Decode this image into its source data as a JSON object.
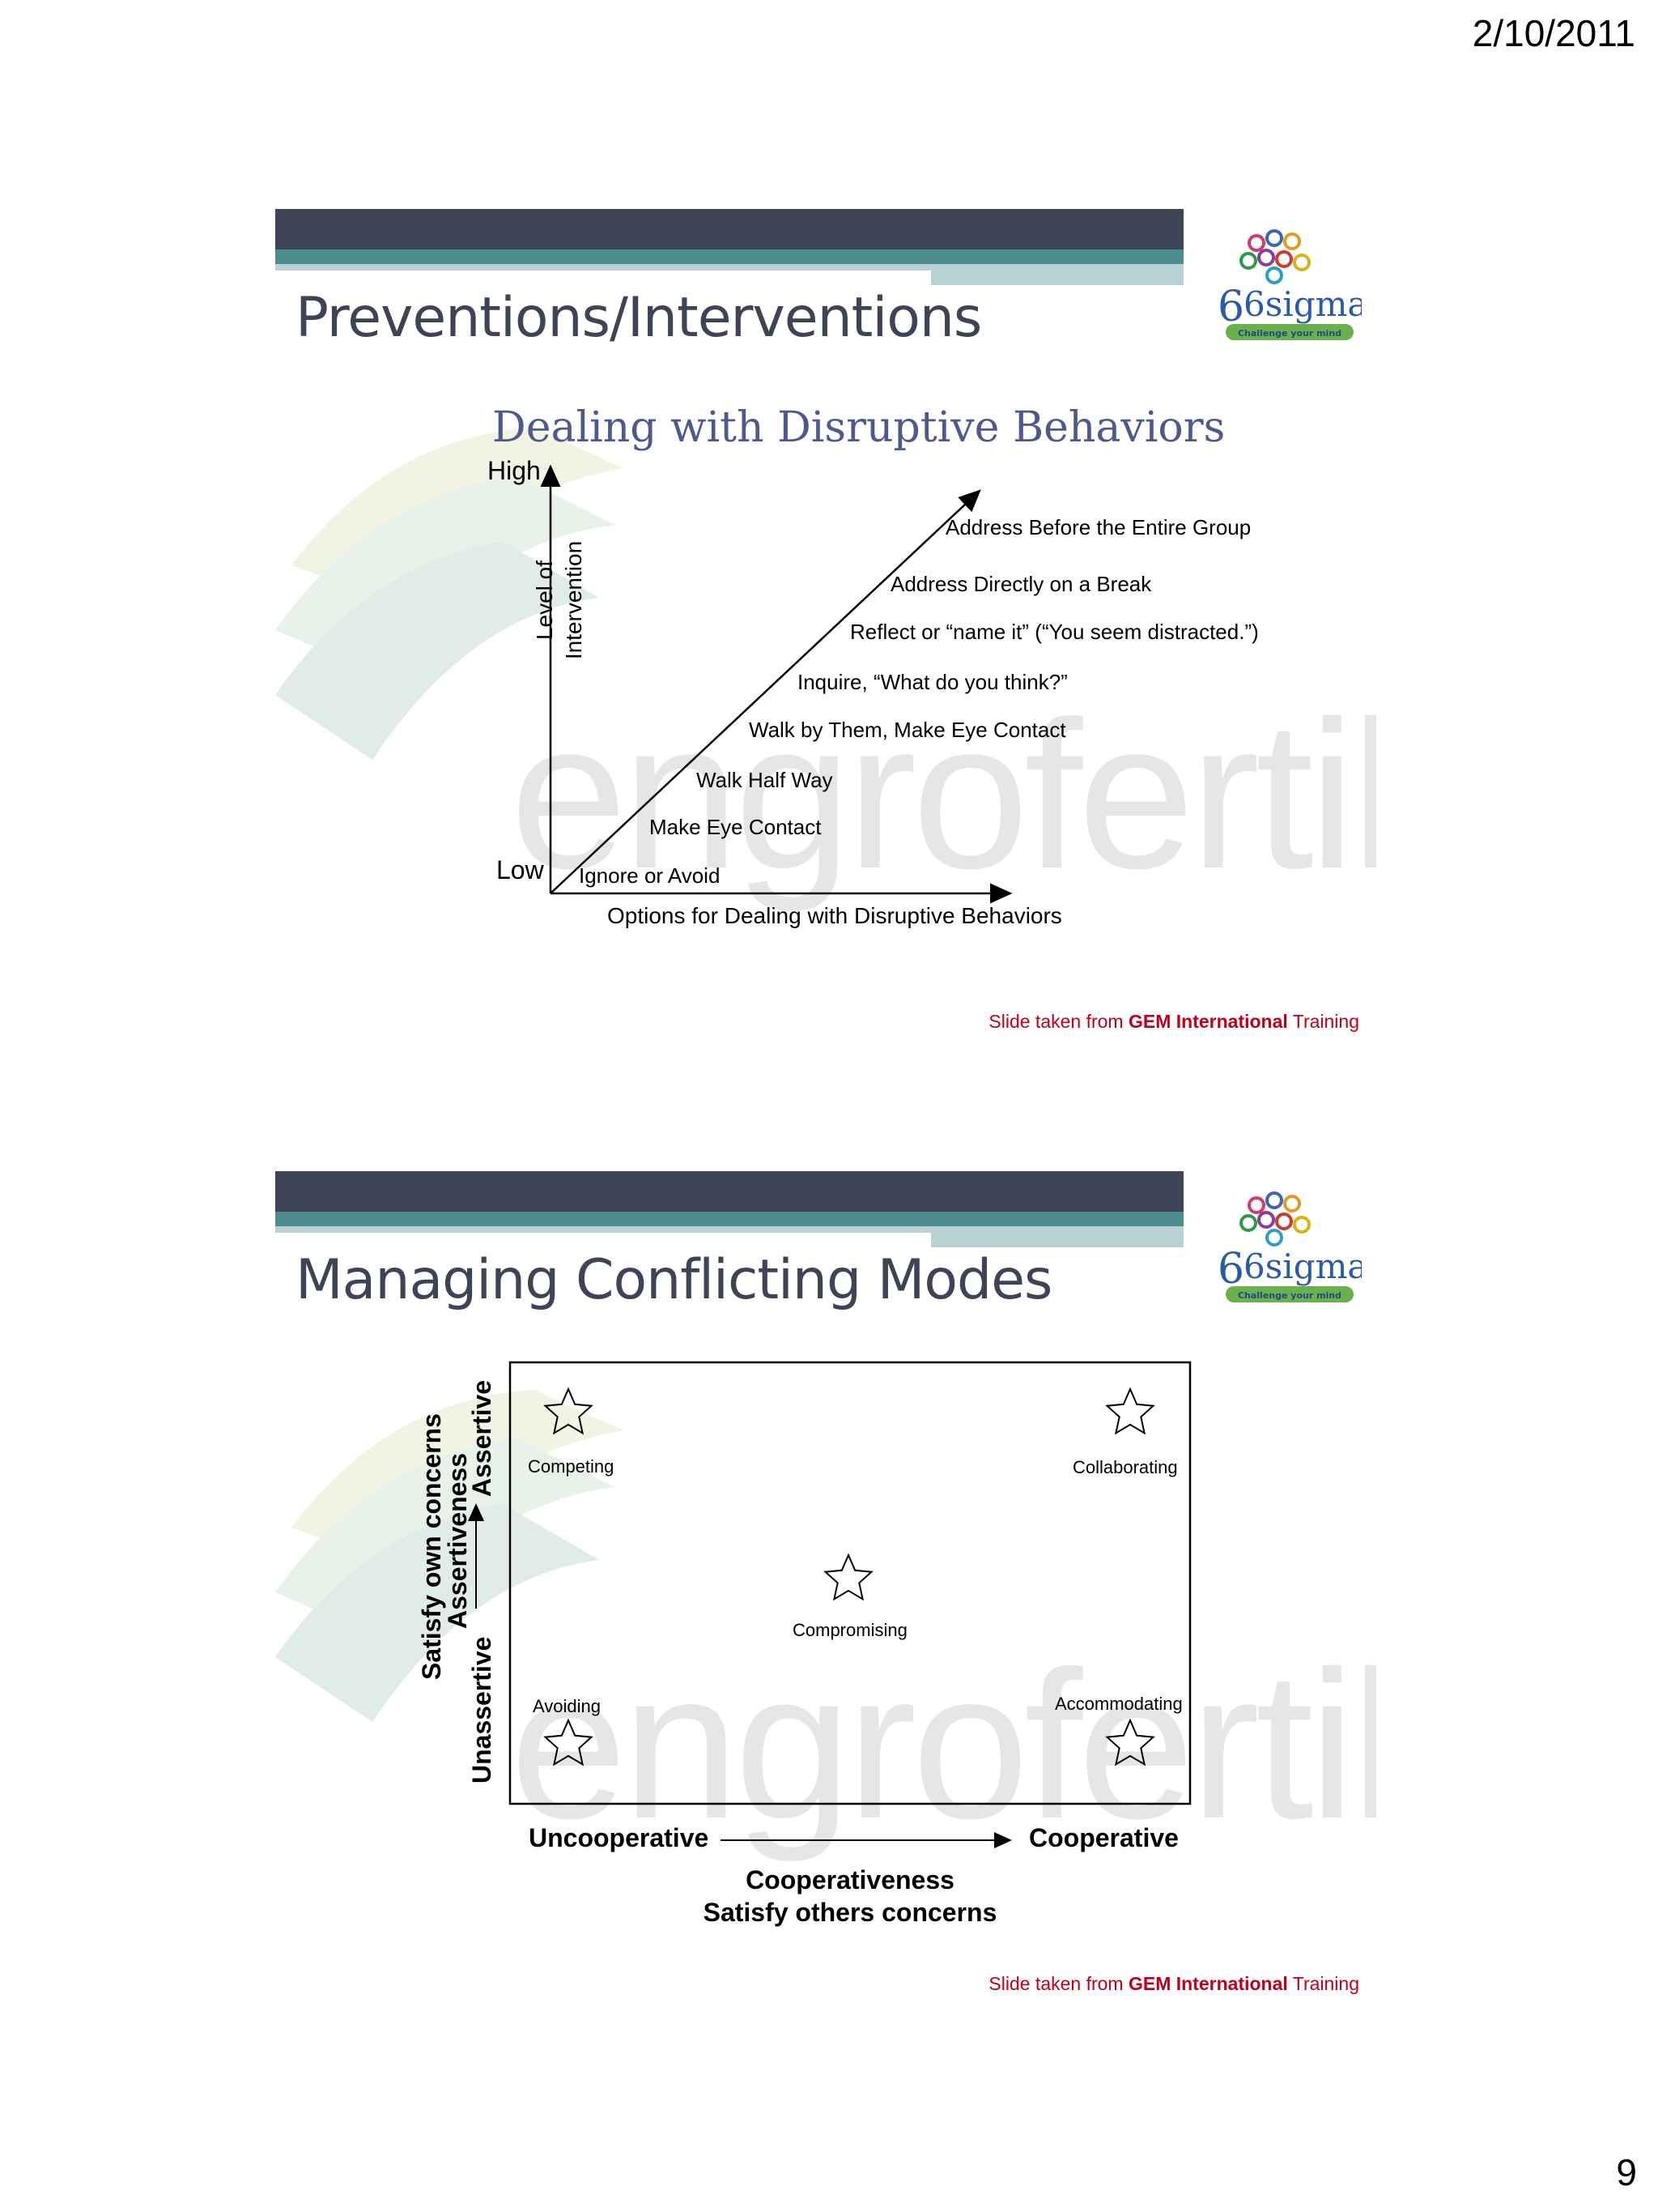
{
  "header": {
    "date": "2/10/2011"
  },
  "footer": {
    "page_number": "9"
  },
  "slide1": {
    "title": "Preventions/Interventions",
    "chart_data": {
      "type": "diagram",
      "title": "Dealing with Disruptive Behaviors",
      "ylabel": "Level of Intervention",
      "xlabel": "Options for Dealing with Disruptive Behaviors",
      "y_high": "High",
      "y_low": "Low",
      "steps": [
        "Ignore or Avoid",
        "Make Eye Contact",
        "Walk Half Way",
        "Walk by Them, Make Eye Contact",
        "Inquire, “What do you think?”",
        "Reflect or “name it” (“You seem distracted.”)",
        "Address Directly on a Break",
        "Address Before the Entire Group"
      ]
    },
    "watermark": "engrofertiliz",
    "credit": {
      "prefix": "Slide taken from ",
      "org": "GEM International",
      "suffix": " Training"
    }
  },
  "slide2": {
    "title": "Managing Conflicting Modes",
    "chart_data": {
      "type": "quadrant",
      "modes": {
        "top_left": "Competing",
        "top_right": "Collaborating",
        "center": "Compromising",
        "bottom_left": "Avoiding",
        "bottom_right": "Accommodating"
      },
      "x_low": "Uncooperative",
      "x_high": "Cooperative",
      "xlabel": "Cooperativeness",
      "xlabel_sub": "Satisfy others concerns",
      "y_low": "Unassertive",
      "y_high": "Assertive",
      "ylabel": "Assertiveness",
      "ylabel_sub": "Satisfy own concerns"
    },
    "watermark": "engrofertiliz",
    "credit": {
      "prefix": "Slide taken from ",
      "org": "GEM International",
      "suffix": " Training"
    }
  },
  "logo": {
    "text": "6sigma",
    "tagline": "Challenge your mind"
  },
  "colors": {
    "title": "#3f4356",
    "bar_dark": "#3f4356",
    "bar_teal": "#4d8c8e",
    "credit_red": "#c0001a",
    "subtitle": "#4e5a8c"
  }
}
